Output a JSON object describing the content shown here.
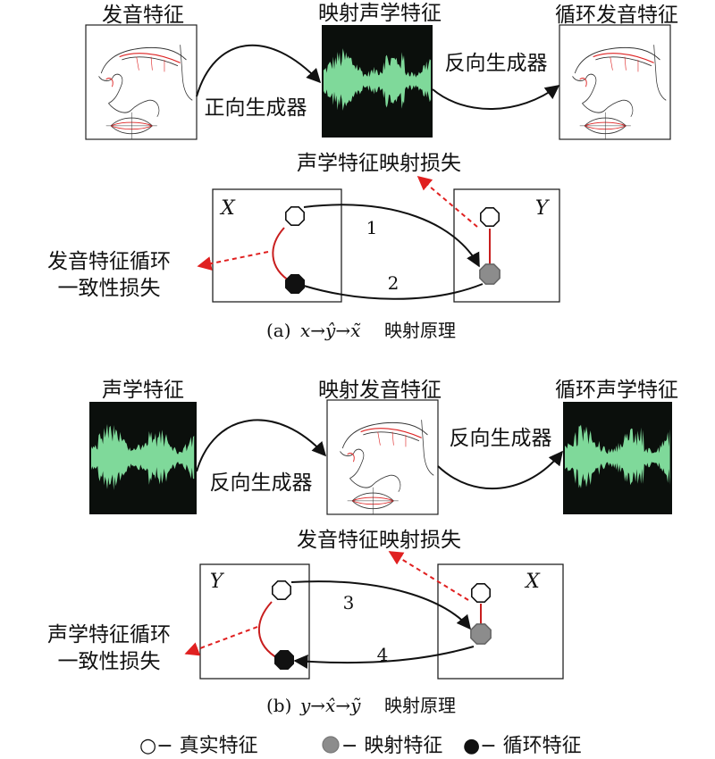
{
  "top": {
    "left_title": "发音特征",
    "mid_title": "映射声学特征",
    "right_title": "循环发音特征",
    "forward_gen": "正向生成器",
    "reverse_gen": "反向生成器",
    "loss_label": "声学特征映射损失",
    "box_left_var": "X",
    "box_right_var": "Y",
    "arrow1_label": "1",
    "arrow2_label": "2",
    "cycle_loss_line1": "发音特征循环",
    "cycle_loss_line2": "一致性损失",
    "caption_prefix": "(a)",
    "caption_math": "x→ŷ→x̃",
    "caption_suffix": "映射原理"
  },
  "bottom": {
    "left_title": "声学特征",
    "mid_title": "映射发音特征",
    "right_title": "循环声学特征",
    "left_gen": "反向生成器",
    "right_gen": "反向生成器",
    "loss_label": "发音特征映射损失",
    "box_left_var": "Y",
    "box_right_var": "X",
    "arrow3_label": "3",
    "arrow4_label": "4",
    "cycle_loss_line1": "声学特征循环",
    "cycle_loss_line2": "一致性损失",
    "caption_prefix": "(b)",
    "caption_math": "y→x̂→ỹ",
    "caption_suffix": "映射原理"
  },
  "legend": {
    "real": "○− 真实特征",
    "mapped": "− 映射特征",
    "cycle": "●− 循环特征"
  },
  "colors": {
    "waveform_bg": "#0b0f0c",
    "waveform": "#7fd99a",
    "loss_arrow": "#e02020",
    "mapped_node": "#8c8c8c"
  }
}
